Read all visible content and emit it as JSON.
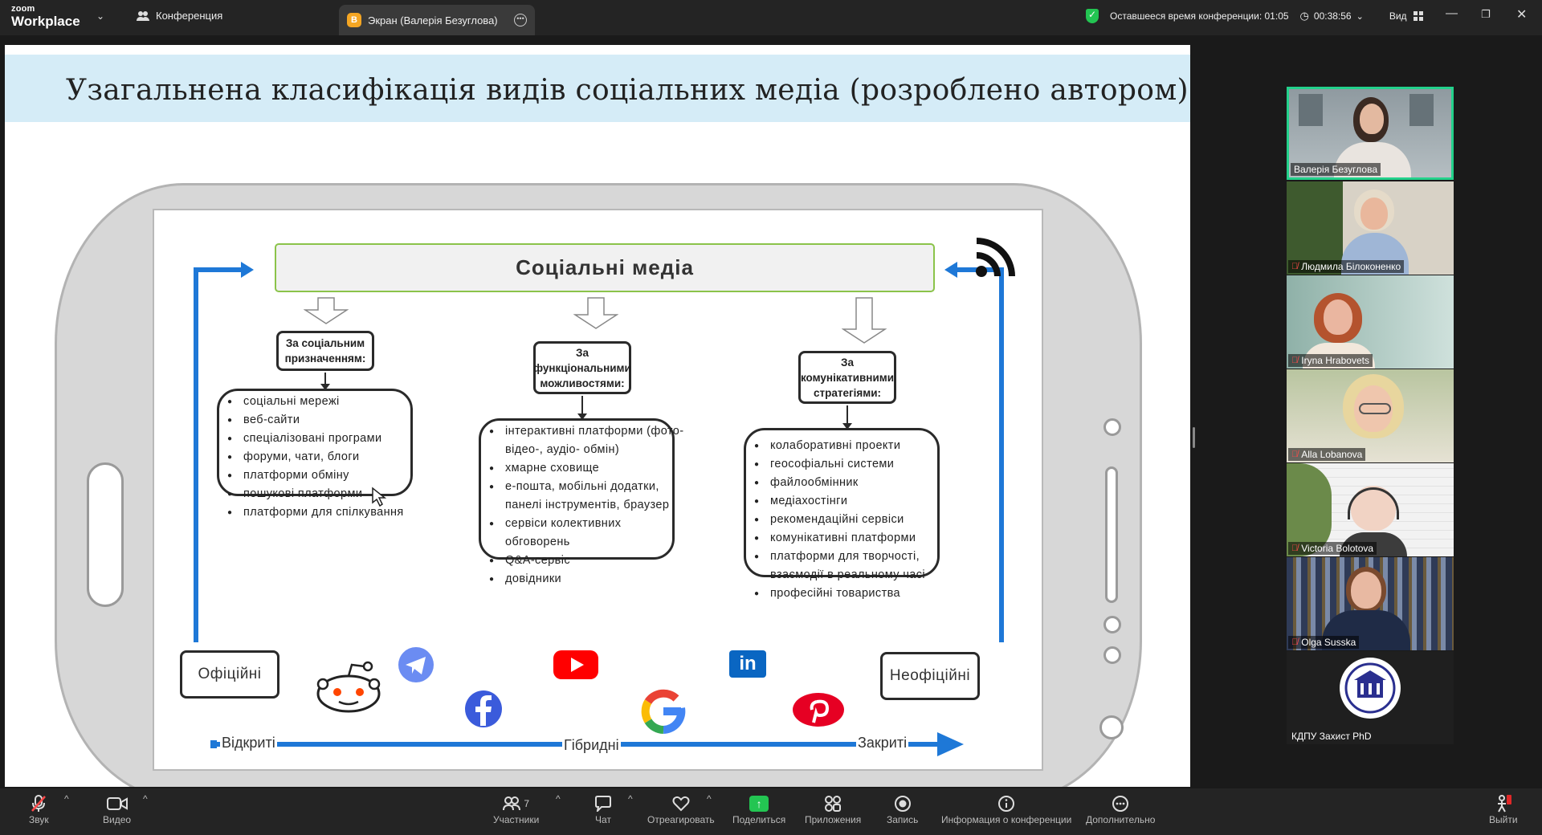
{
  "titlebar": {
    "brand_small": "zoom",
    "brand_large": "Workplace",
    "conference_label": "Конференция",
    "tab_label": "Экран (Валерія Безуглова)",
    "tab_badge": "В",
    "remaining_time": "Оставшееся время конференции: 01:05",
    "elapsed": "00:38:56",
    "view_label": "Вид"
  },
  "slide": {
    "title": "Узагальнена класифікація видів соціальних медіа (розроблено автором)",
    "header": "Соціальні медіа",
    "columns": [
      {
        "category": "За соціальним призначенням:",
        "items": [
          "соціальні мережі",
          "веб-сайти",
          "спеціалізовані програми",
          "форуми, чати, блоги",
          "платформи обміну",
          "пошукові платформи",
          "платформи для спілкування"
        ]
      },
      {
        "category": "За функціональними можливостями:",
        "items": [
          "інтерактивні платформи (фото-",
          "відео-, аудіо- обмін)",
          "хмарне сховище",
          "е-пошта, мобільні додатки,",
          "панелі інструментів, браузер",
          "сервіси колективних",
          "обговорень",
          "Q&A-сервіс",
          "довідники"
        ]
      },
      {
        "category": "За комунікативними стратегіями:",
        "items": [
          "колаборативні проекти",
          "геософіальні системи",
          "файлообмінник",
          "медіахостінги",
          "рекомендаційні сервіси",
          "комунікативні платформи",
          "платформи для творчості,",
          "взаємодії в реальному часі",
          "професійні товариства"
        ]
      }
    ],
    "official": "Офіційні",
    "unofficial": "Неофіційні",
    "scale": [
      "Відкриті",
      "Гібридні",
      "Закриті"
    ],
    "logos": [
      "reddit-logo",
      "telegram-logo",
      "facebook-logo",
      "youtube-logo",
      "google-logo",
      "linkedin-logo",
      "pinterest-logo",
      "rss-logo"
    ],
    "linkedin_text": "in"
  },
  "participants": [
    {
      "name": "Валерія Безуглова",
      "muted": false,
      "active": true
    },
    {
      "name": "Людмила Білоконенко",
      "muted": true
    },
    {
      "name": "Iryna Hrabovets",
      "muted": true
    },
    {
      "name": "Alla Lobanova",
      "muted": true
    },
    {
      "name": "Victoria Bolotova",
      "muted": true
    },
    {
      "name": "Olga Susska",
      "muted": true
    },
    {
      "name": "КДПУ Захист PhD",
      "muted": false
    }
  ],
  "toolbar": {
    "audio": "Звук",
    "video": "Видео",
    "participants": "Участники",
    "participants_count": "7",
    "chat": "Чат",
    "react": "Отреагировать",
    "share": "Поделиться",
    "apps": "Приложения",
    "record": "Запись",
    "info": "Информация о конференции",
    "more": "Дополнительно",
    "leave": "Выйти"
  },
  "colors": {
    "accent_green": "#23c552",
    "slide_header_bg": "#d5ecf7",
    "arrow_blue": "#1e78d7",
    "header_border": "#8bc34a"
  }
}
